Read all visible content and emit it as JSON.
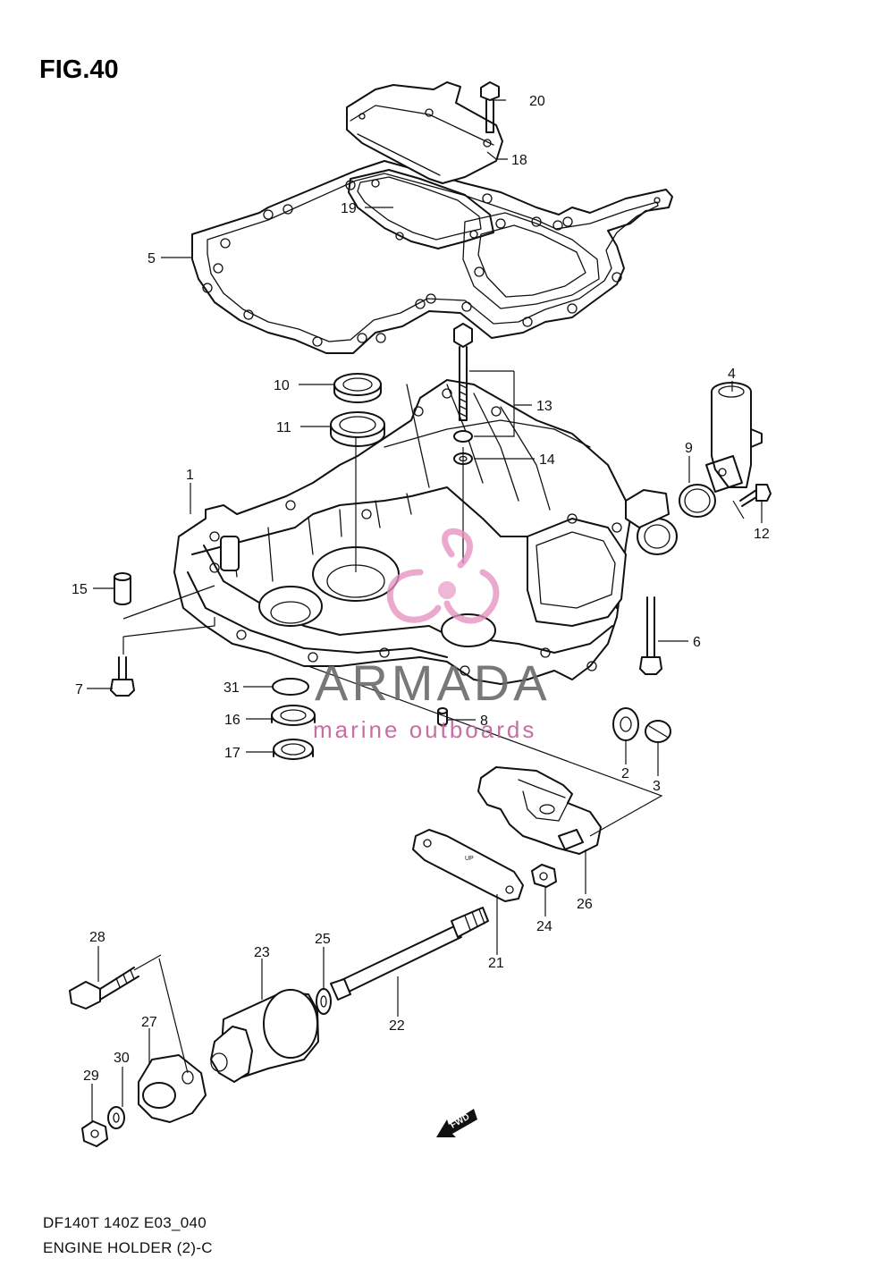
{
  "title": "FIG.40",
  "footer": {
    "line1": "DF140T 140Z E03_040",
    "line2": "ENGINE HOLDER (2)-C"
  },
  "watermark": {
    "brand": "ARMADA",
    "tagline": "marine outboards",
    "brand_color": "#6a6a6a",
    "accent_color": "#e58fc0"
  },
  "direction_marker": "FWD",
  "gasket_mark": "UP",
  "callouts": [
    {
      "id": "c1",
      "label": "1"
    },
    {
      "id": "c2",
      "label": "2"
    },
    {
      "id": "c3",
      "label": "3"
    },
    {
      "id": "c4",
      "label": "4"
    },
    {
      "id": "c5",
      "label": "5"
    },
    {
      "id": "c6",
      "label": "6"
    },
    {
      "id": "c7",
      "label": "7"
    },
    {
      "id": "c8",
      "label": "8"
    },
    {
      "id": "c9",
      "label": "9"
    },
    {
      "id": "c10",
      "label": "10"
    },
    {
      "id": "c11",
      "label": "11"
    },
    {
      "id": "c12",
      "label": "12"
    },
    {
      "id": "c13",
      "label": "13"
    },
    {
      "id": "c14",
      "label": "14"
    },
    {
      "id": "c15",
      "label": "15"
    },
    {
      "id": "c16",
      "label": "16"
    },
    {
      "id": "c17",
      "label": "17"
    },
    {
      "id": "c18",
      "label": "18"
    },
    {
      "id": "c19",
      "label": "19"
    },
    {
      "id": "c20",
      "label": "20"
    },
    {
      "id": "c21",
      "label": "21"
    },
    {
      "id": "c22",
      "label": "22"
    },
    {
      "id": "c23",
      "label": "23"
    },
    {
      "id": "c24",
      "label": "24"
    },
    {
      "id": "c25",
      "label": "25"
    },
    {
      "id": "c26",
      "label": "26"
    },
    {
      "id": "c27",
      "label": "27"
    },
    {
      "id": "c28",
      "label": "28"
    },
    {
      "id": "c29",
      "label": "29"
    },
    {
      "id": "c30",
      "label": "30"
    },
    {
      "id": "c31",
      "label": "31"
    }
  ]
}
